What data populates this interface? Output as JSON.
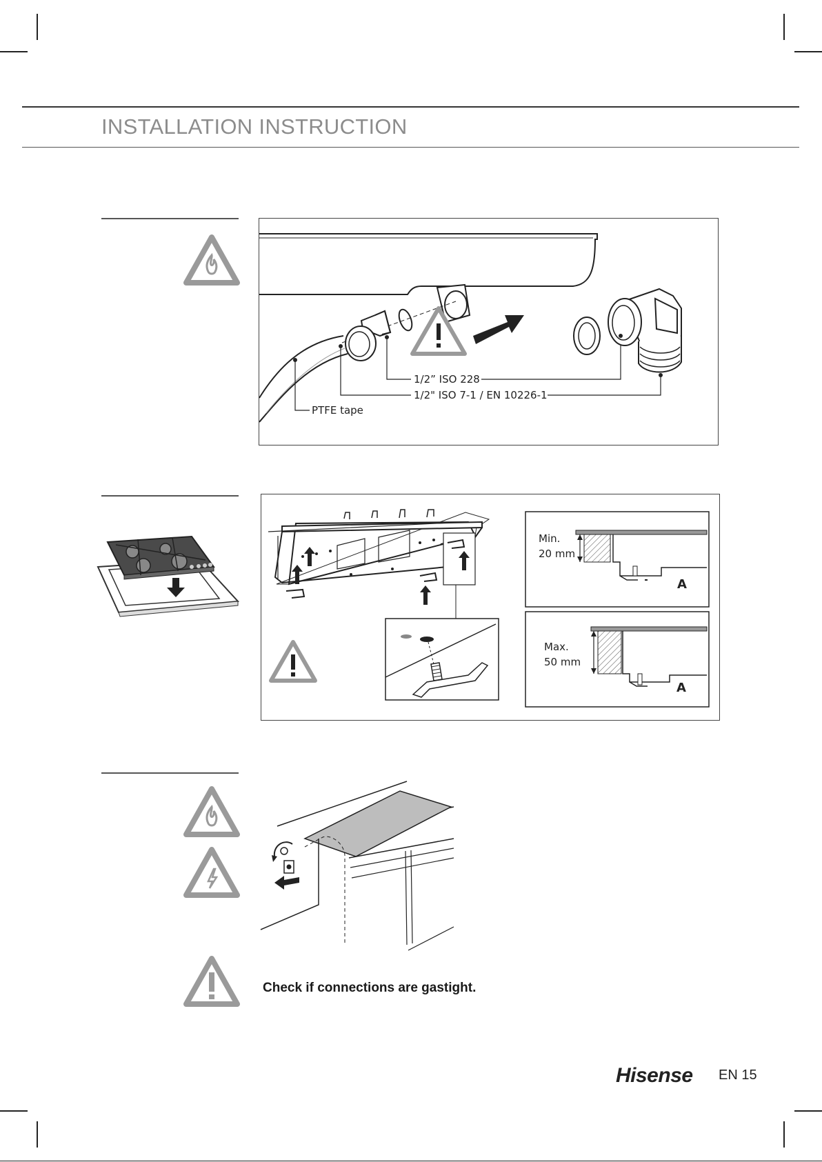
{
  "header": {
    "title": "INSTALLATION INSTRUCTION"
  },
  "figure1": {
    "label_iso228": "1/2” ISO 228",
    "label_iso7": "1/2\" ISO 7-1 / EN 10226-1",
    "label_ptfe": "PTFE tape"
  },
  "figure2": {
    "min_label": "Min.",
    "min_value": "20 mm",
    "max_label": "Max.",
    "max_value": "50 mm",
    "part_a_top": "A",
    "part_a_bottom": "A"
  },
  "note": {
    "text": "Check if connections are gastight."
  },
  "footer": {
    "brand": "Hisense",
    "page": "EN 15"
  },
  "colors": {
    "title_gray": "#8c8c8c",
    "icon_gray": "#9a9a9a",
    "line_dark": "#333333"
  },
  "icons": [
    "flame-warning-icon",
    "exclamation-warning-icon",
    "electric-warning-icon",
    "arrow-icon"
  ]
}
